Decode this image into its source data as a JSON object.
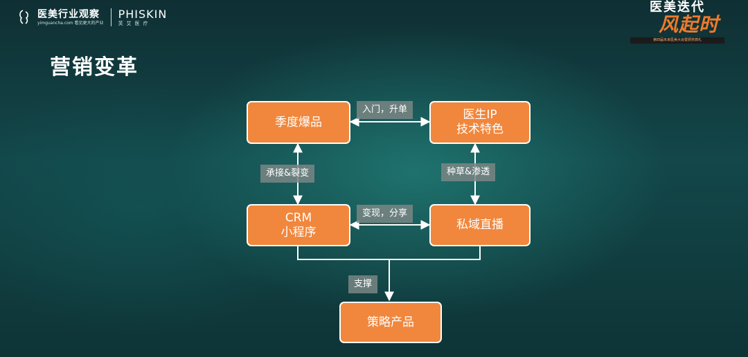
{
  "header": {
    "logo_title": "医美行业观察",
    "logo_sub": "yimguancha.com 看见更大的产业",
    "brand_title": "PHISKIN",
    "brand_sub": "芙艾医疗"
  },
  "event_badge": {
    "title": "医美迭代",
    "slogan": "风起时",
    "subtitle": "第四届未来医美大会暨颁奖典礼"
  },
  "page_title": "营销变革",
  "diagram": {
    "nodes": {
      "seasonal": {
        "line1": "季度爆品"
      },
      "doctor_ip": {
        "line1": "医生IP",
        "line2": "技术特色"
      },
      "crm": {
        "line1": "CRM",
        "line2": "小程序"
      },
      "private_live": {
        "line1": "私域直播"
      },
      "strategy": {
        "line1": "策略产品"
      }
    },
    "edges": {
      "top": "入门，升单",
      "left": "承接&裂变",
      "right": "种草&渗透",
      "middle": "变现，分享",
      "bottom": "支撑"
    }
  }
}
